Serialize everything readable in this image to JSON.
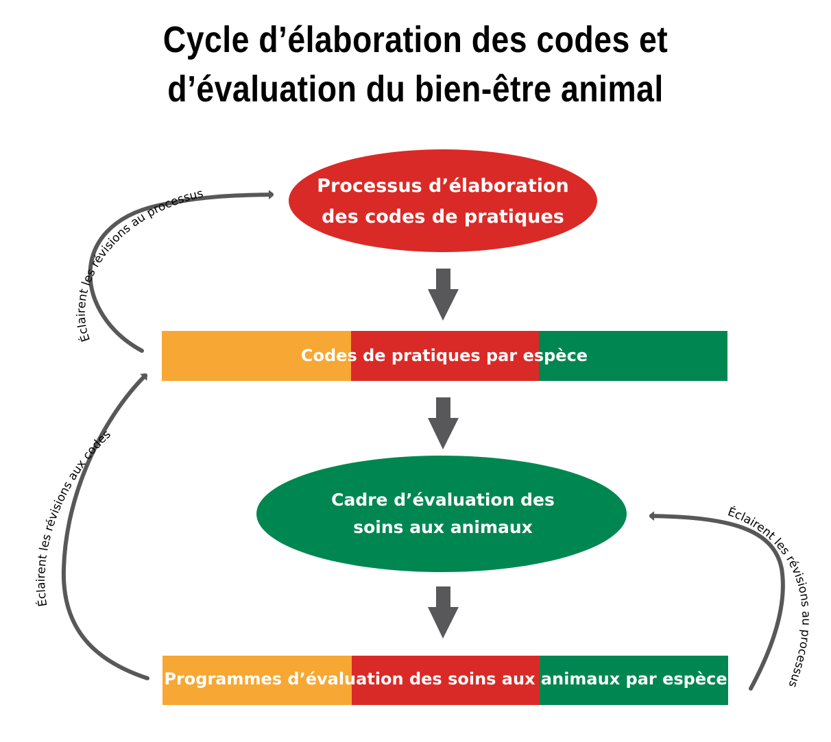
{
  "title": {
    "line1": "Cycle d’élaboration des codes et",
    "line2": "d’évaluation du bien-être animal"
  },
  "nodes": {
    "process": {
      "line1": "Processus d’élaboration",
      "line2": "des codes de pratiques"
    },
    "codes": {
      "label": "Codes de pratiques par espèce"
    },
    "framework": {
      "line1": "Cadre d’évaluation des",
      "line2": "soins aux animaux"
    },
    "programs": {
      "label": "Programmes d’évaluation des soins aux animaux par espèce"
    }
  },
  "feedback": {
    "top_left": "Éclairent les révisions au processus",
    "left": "Éclairent les révisions aux codes",
    "right": "Éclairent les révisions au processus"
  },
  "colors": {
    "red": "#DA2A27",
    "orange": "#F7A733",
    "green": "#008751",
    "arrow_gray": "#58585A"
  }
}
